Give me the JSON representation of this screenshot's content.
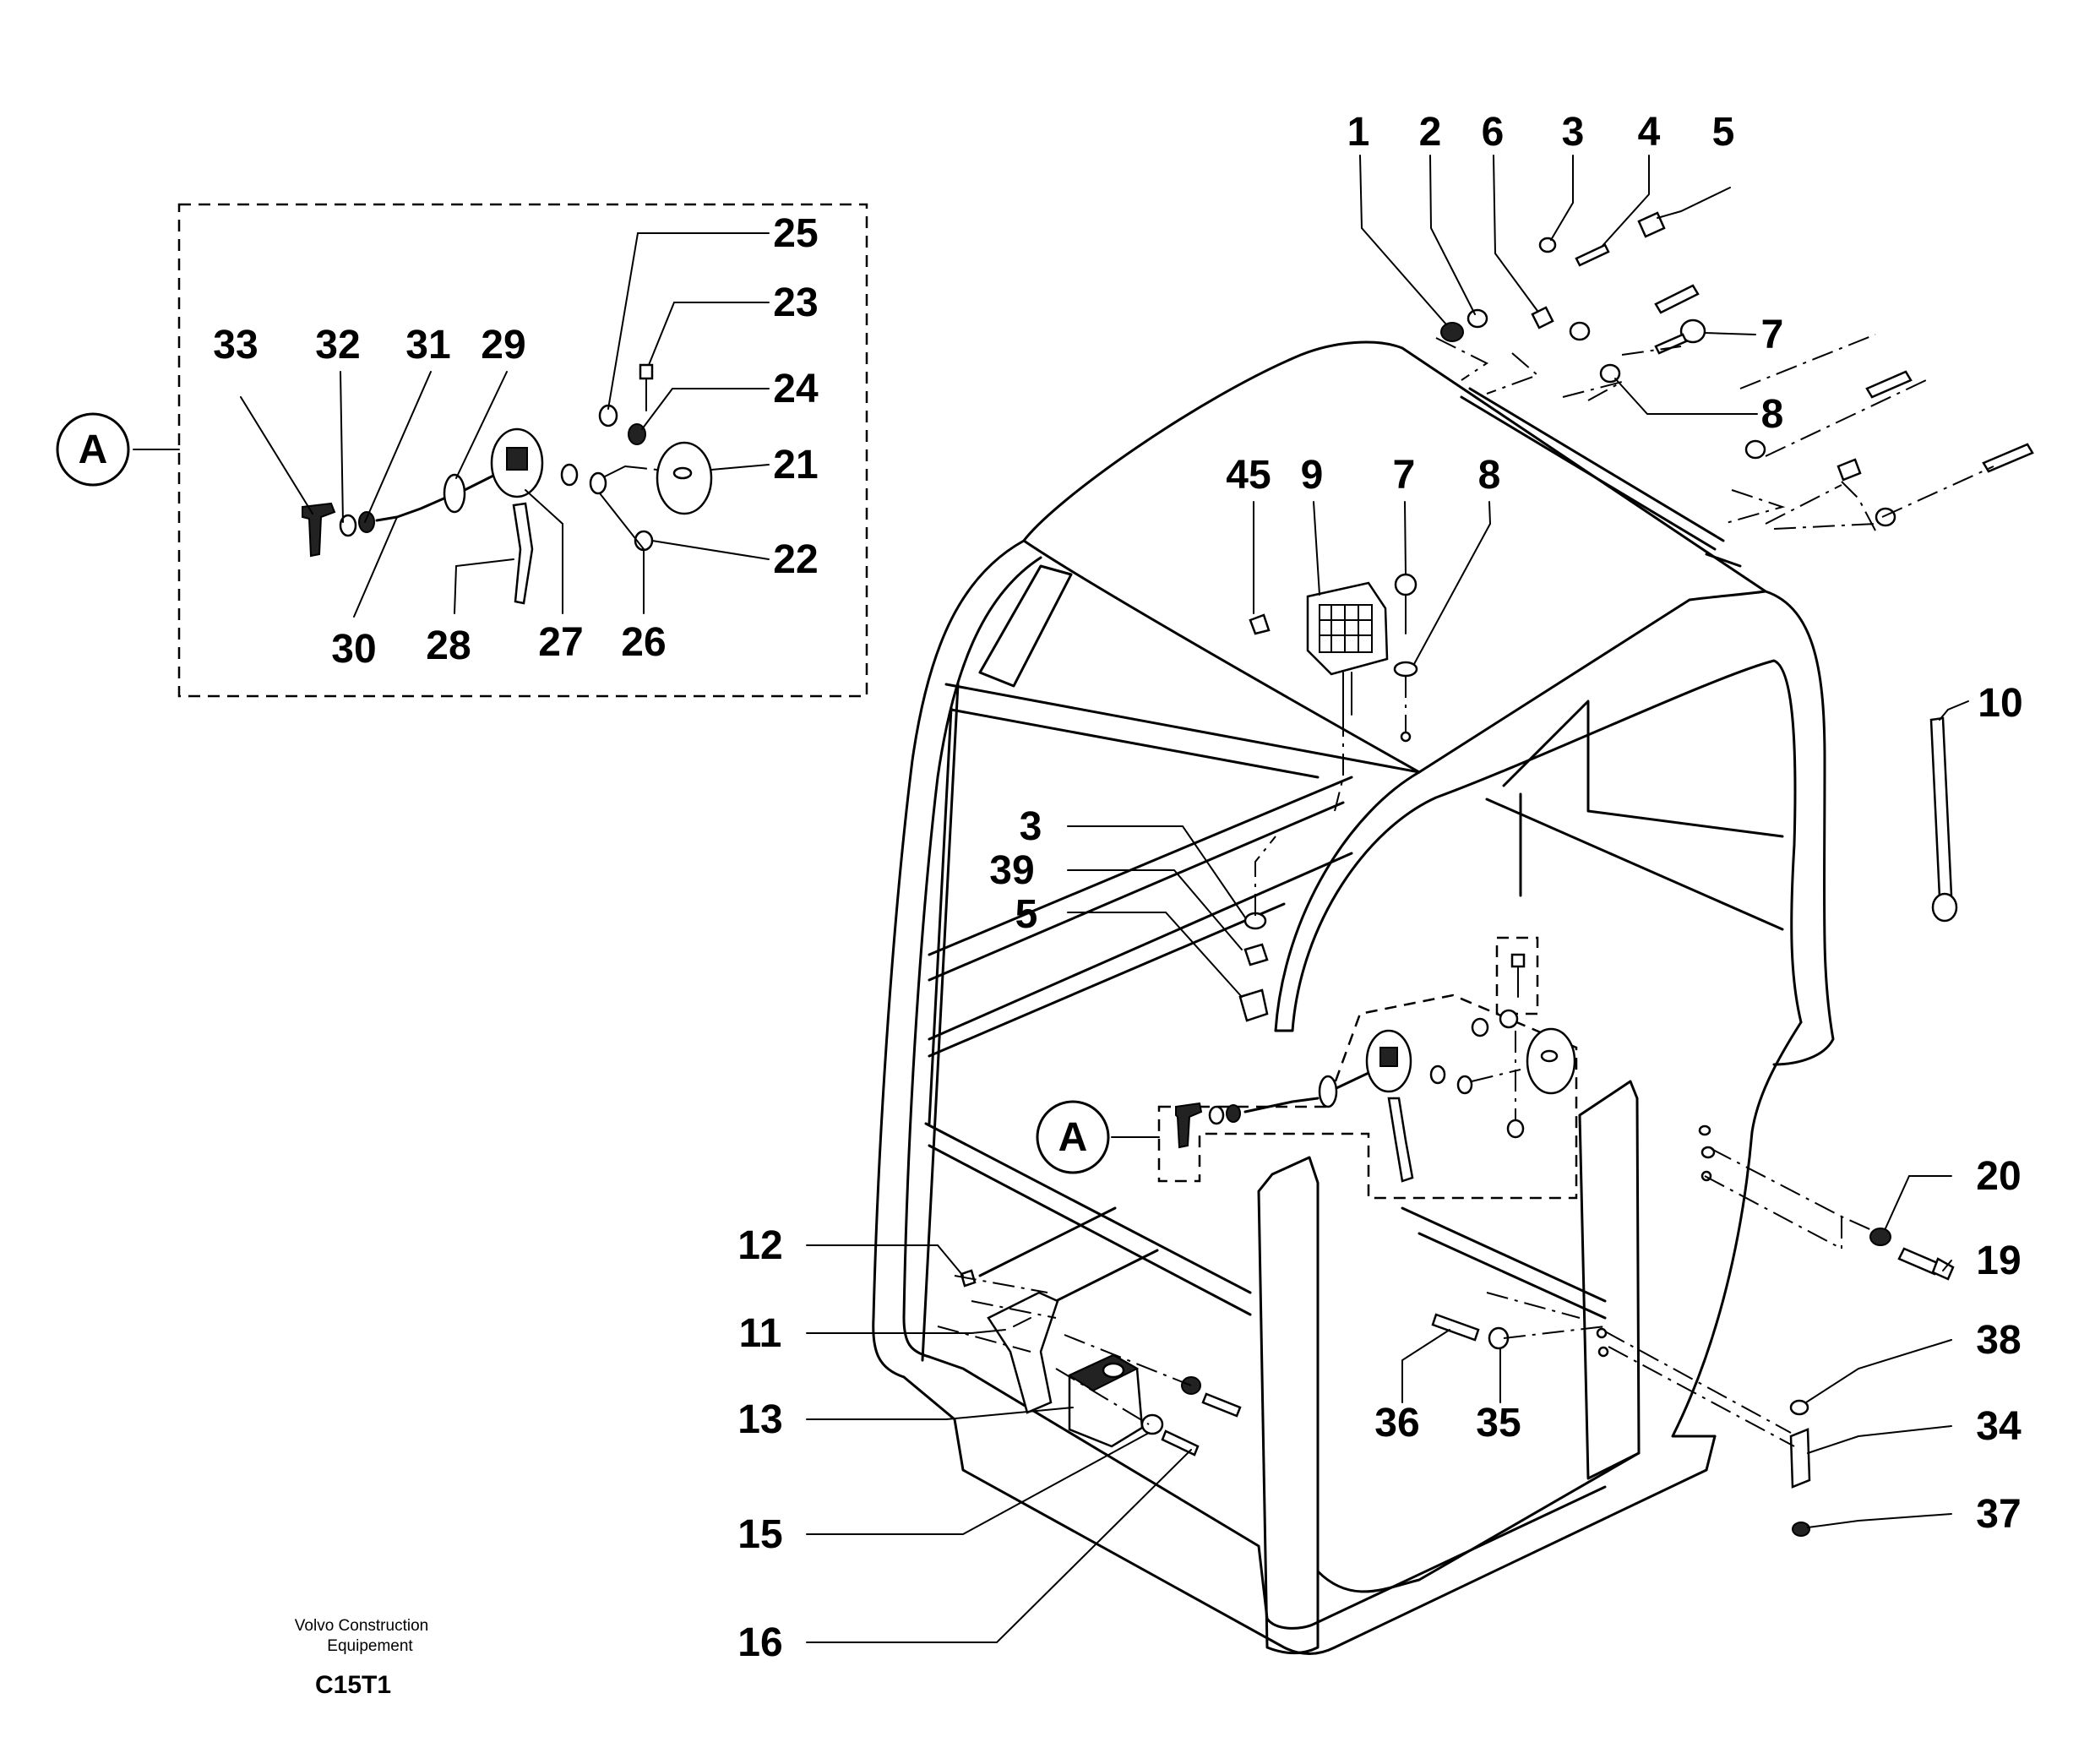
{
  "diagram": {
    "callouts": [
      "1",
      "2",
      "6",
      "3",
      "4",
      "5",
      "7",
      "8",
      "45",
      "9",
      "7",
      "8",
      "10",
      "3",
      "39",
      "5",
      "20",
      "19",
      "38",
      "34",
      "37",
      "12",
      "11",
      "13",
      "15",
      "16",
      "36",
      "35",
      "25",
      "23",
      "24",
      "21",
      "22",
      "33",
      "32",
      "31",
      "29",
      "30",
      "28",
      "27",
      "26"
    ],
    "detail_markers": [
      "A",
      "A"
    ],
    "publisher_line1": "Volvo Construction",
    "publisher_line2": "Equipement",
    "drawing_code": "C15T1"
  }
}
